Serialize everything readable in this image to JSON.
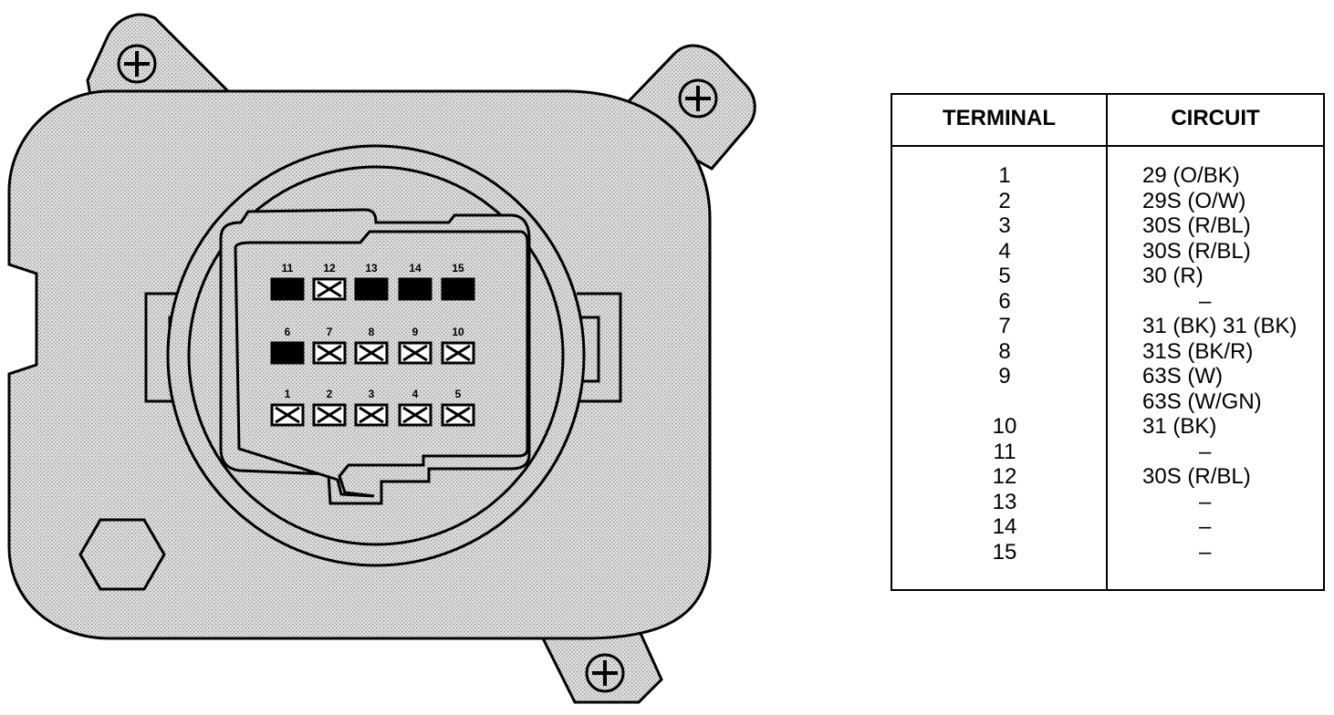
{
  "table": {
    "header_terminal": "TERMINAL",
    "header_circuit": "CIRCUIT",
    "rows": [
      {
        "terminal": "1",
        "circuit": "29 (O/BK)"
      },
      {
        "terminal": "2",
        "circuit": "29S (O/W)"
      },
      {
        "terminal": "3",
        "circuit": "30S (R/BL)"
      },
      {
        "terminal": "4",
        "circuit": "30S (R/BL)"
      },
      {
        "terminal": "5",
        "circuit": "30 (R)"
      },
      {
        "terminal": "6",
        "circuit": "–"
      },
      {
        "terminal": "7",
        "circuit": "31 (BK) 31 (BK)"
      },
      {
        "terminal": "8",
        "circuit": "31S (BK/R)"
      },
      {
        "terminal": "9",
        "circuit": "63S (W)"
      },
      {
        "terminal": "",
        "circuit": "63S (W/GN)"
      },
      {
        "terminal": "10",
        "circuit": "31 (BK)"
      },
      {
        "terminal": "11",
        "circuit": "–"
      },
      {
        "terminal": "12",
        "circuit": "30S (R/BL)"
      },
      {
        "terminal": "13",
        "circuit": "–"
      },
      {
        "terminal": "14",
        "circuit": "–"
      },
      {
        "terminal": "15",
        "circuit": "–"
      }
    ]
  },
  "connector": {
    "pins_top": [
      {
        "label": "11",
        "state": "filled"
      },
      {
        "label": "12",
        "state": "open"
      },
      {
        "label": "13",
        "state": "filled"
      },
      {
        "label": "14",
        "state": "filled"
      },
      {
        "label": "15",
        "state": "filled"
      }
    ],
    "pins_middle": [
      {
        "label": "6",
        "state": "filled"
      },
      {
        "label": "7",
        "state": "open"
      },
      {
        "label": "8",
        "state": "open"
      },
      {
        "label": "9",
        "state": "open"
      },
      {
        "label": "10",
        "state": "open"
      }
    ],
    "pins_bottom": [
      {
        "label": "1",
        "state": "open"
      },
      {
        "label": "2",
        "state": "open"
      },
      {
        "label": "3",
        "state": "open"
      },
      {
        "label": "4",
        "state": "open"
      },
      {
        "label": "5",
        "state": "open"
      }
    ]
  },
  "colors": {
    "ink": "#000000",
    "housing": "#d2d2d2",
    "paper": "#ffffff"
  }
}
